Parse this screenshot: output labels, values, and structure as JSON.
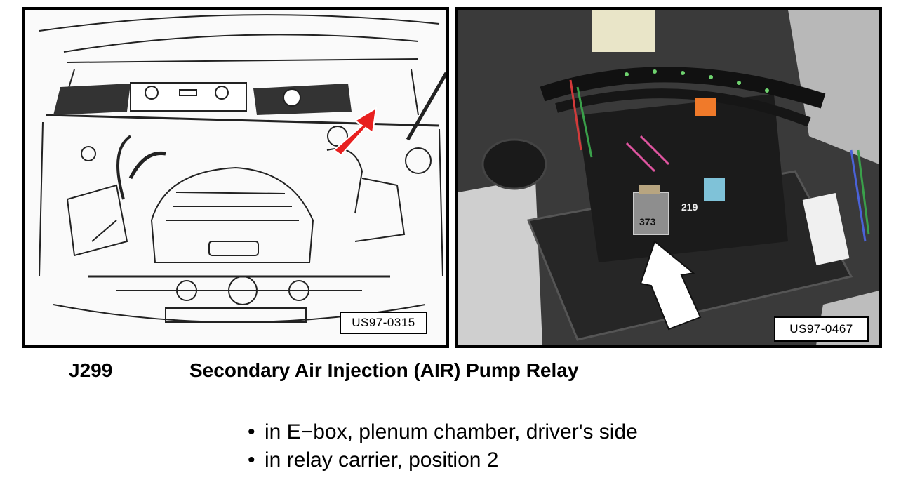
{
  "figure": {
    "left_image": {
      "code": "US97-0315",
      "icon": "engine-bay-line-drawing",
      "arrow_color": "#e8201f"
    },
    "right_image": {
      "code": "US97-0467",
      "icon": "relay-carrier-photo",
      "relay_labels": [
        "373",
        "219"
      ],
      "arrow_color": "#ffffff"
    }
  },
  "caption": {
    "component_code": "J299",
    "component_name": "Secondary Air Injection (AIR) Pump Relay"
  },
  "locations": [
    "in E−box, plenum chamber, driver's side",
    "in relay carrier, position 2"
  ]
}
